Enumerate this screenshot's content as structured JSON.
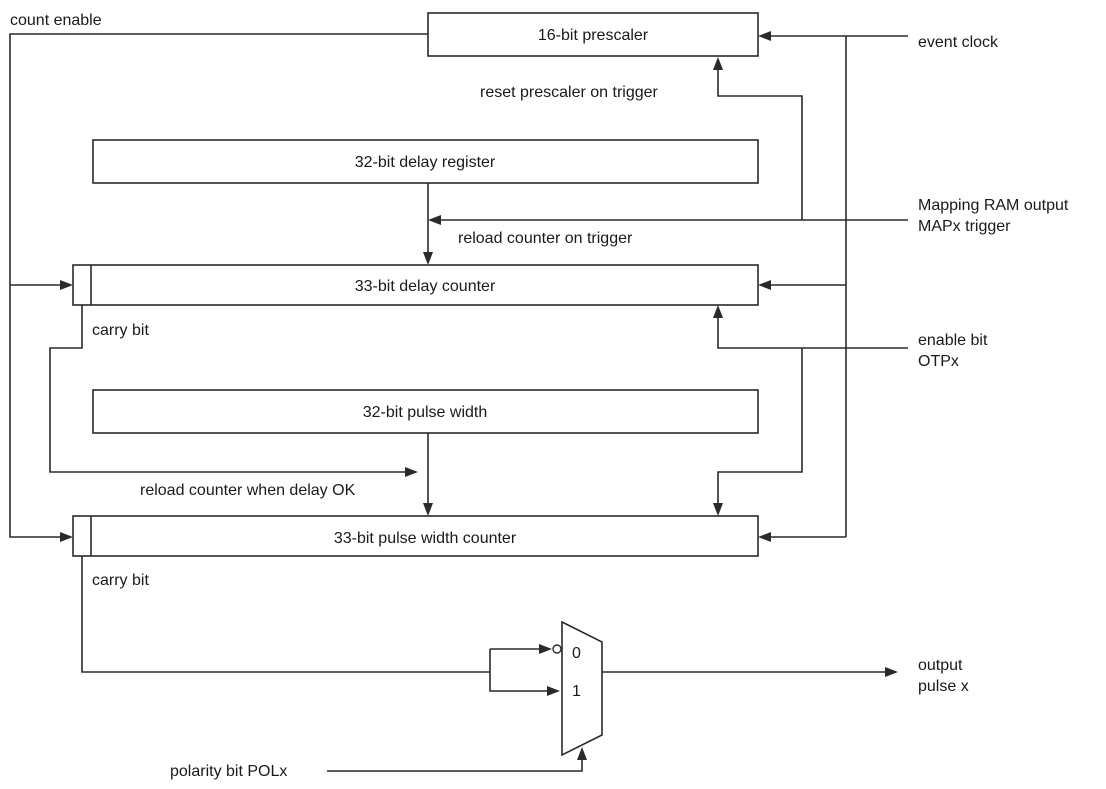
{
  "blocks": {
    "prescaler": "16-bit prescaler",
    "delay_register": "32-bit delay register",
    "delay_counter": "33-bit delay counter",
    "pulse_width": "32-bit pulse width",
    "pulse_width_counter": "33-bit pulse width counter"
  },
  "signals": {
    "count_enable": "count enable",
    "event_clock": "event clock",
    "reset_prescaler": "reset prescaler on trigger",
    "mapping_ram_line1": "Mapping RAM output",
    "mapping_ram_line2": "MAPx trigger",
    "reload_on_trigger": "reload counter on trigger",
    "carry_bit_delay": "carry bit",
    "enable_bit_line1": "enable bit",
    "enable_bit_line2": "OTPx",
    "reload_when_delay_ok": "reload counter when delay OK",
    "carry_bit_pulse": "carry bit",
    "output_line1": "output",
    "output_line2": "pulse x",
    "polarity_bit": "polarity bit POLx"
  },
  "mux": {
    "input0": "0",
    "input1": "1"
  }
}
